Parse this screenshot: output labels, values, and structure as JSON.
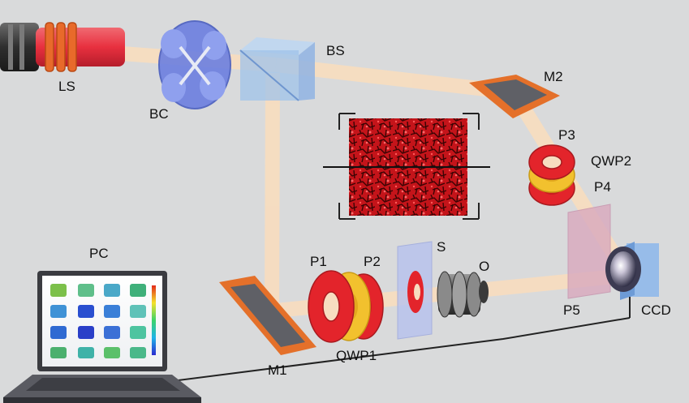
{
  "labels": {
    "ls": "LS",
    "bc": "BC",
    "bs": "BS",
    "m1": "M1",
    "m2": "M2",
    "p1": "P1",
    "p2": "P2",
    "p3": "P3",
    "p4": "P4",
    "p5": "P5",
    "qwp1": "QWP1",
    "qwp2": "QWP2",
    "s": "S",
    "o": "O",
    "pc": "PC",
    "ccd": "CCD"
  },
  "colors": {
    "background": "#d9dadb",
    "beam": "#f7ddc0",
    "laser": "#e8303f",
    "polarizer": "#e3242b",
    "waveplate": "#f2c12e",
    "mirror_frame": "#e4702a",
    "beam_splitter": "#9fc3ea",
    "chopper": "#6c7fe0",
    "speckle": "#c4141a"
  }
}
